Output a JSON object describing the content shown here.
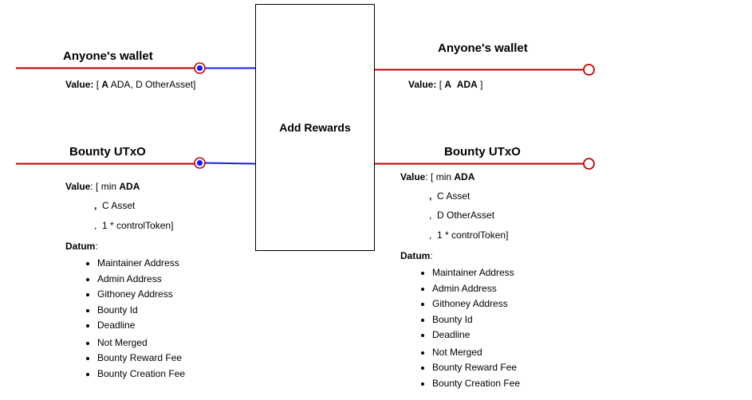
{
  "process": {
    "label": "Add Rewards"
  },
  "colors": {
    "input_wire": "#c00000",
    "connector": "#1a1aff",
    "output_wire": "#c00000"
  },
  "inputs": {
    "wallet": {
      "title": "Anyone's wallet",
      "value_key": "Value:",
      "value_open": "[",
      "value_qty": "A",
      "value_rest": "ADA, D OtherAsset]"
    },
    "bounty": {
      "title": "Bounty UTxO",
      "value_key": "Value",
      "value_open": ": [ min",
      "value_ada": "ADA",
      "line2_comma": ",",
      "line2_text": "C Asset",
      "line3_comma": ",",
      "line3_text": "1 * controlToken]",
      "datum_key": "Datum",
      "datum_colon": ":",
      "datum_items": [
        "Maintainer Address",
        "Admin Address",
        "Githoney Address",
        "Bounty Id",
        "Deadline",
        "Not Merged",
        "Bounty Reward Fee",
        "Bounty Creation Fee"
      ]
    }
  },
  "outputs": {
    "wallet": {
      "title": "Anyone's wallet",
      "value_key": "Value:",
      "value_open": "[",
      "value_qty": "A",
      "value_ada": "ADA",
      "value_close": "]"
    },
    "bounty": {
      "title": "Bounty UTxO",
      "value_key": "Value",
      "value_open": ": [ min",
      "value_ada": "ADA",
      "line2_comma": ",",
      "line2_text": "C Asset",
      "line3_comma": ",",
      "line3_text": "D OtherAsset",
      "line4_comma": ",",
      "line4_text": "1 * controlToken]",
      "datum_key": "Datum",
      "datum_colon": ":",
      "datum_items": [
        "Maintainer Address",
        "Admin Address",
        "Githoney Address",
        "Bounty Id",
        "Deadline",
        "Not Merged",
        "Bounty Reward Fee",
        "Bounty Creation Fee"
      ]
    }
  }
}
